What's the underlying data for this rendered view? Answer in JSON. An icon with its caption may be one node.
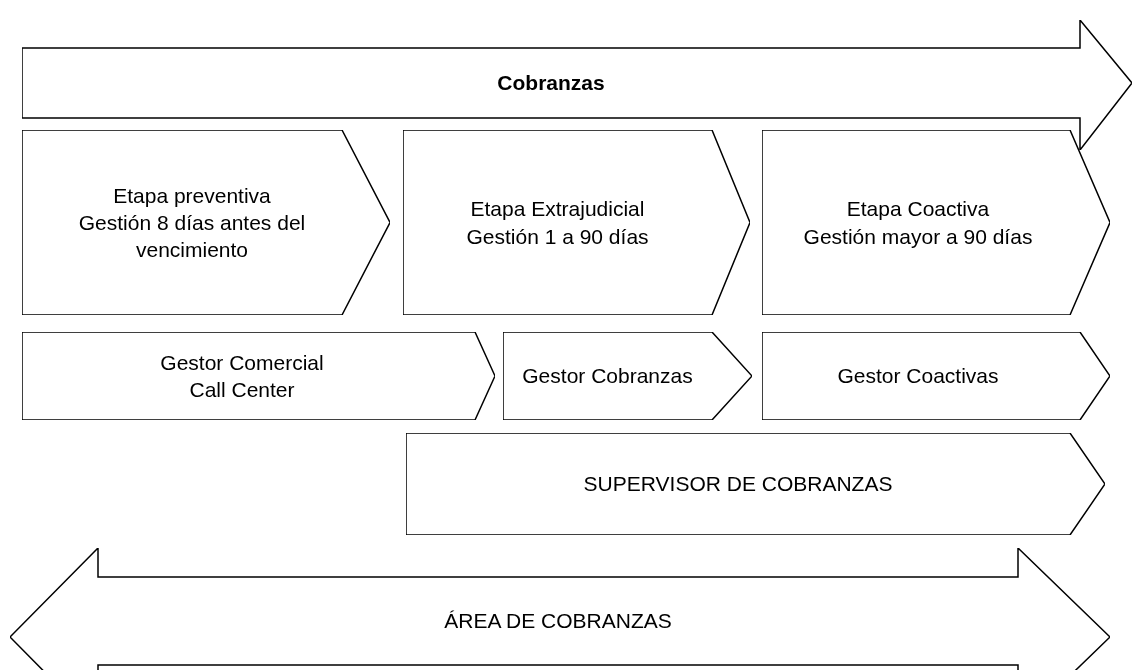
{
  "diagram": {
    "nodes": [
      {
        "text": [
          "Cobranzas"
        ]
      },
      {
        "text": [
          "Etapa preventiva",
          "Gestión 8 días antes del vencimiento"
        ]
      },
      {
        "text": [
          "Etapa Extrajudicial",
          "Gestión 1 a 90 días"
        ]
      },
      {
        "text": [
          "Etapa Coactiva",
          "Gestión mayor a 90 días"
        ]
      },
      {
        "text": [
          "Gestor Comercial",
          "Call Center"
        ]
      },
      {
        "text": [
          "Gestor Cobranzas"
        ]
      },
      {
        "text": [
          "Gestor Coactivas"
        ]
      },
      {
        "text": [
          "SUPERVISOR DE COBRANZAS"
        ]
      },
      {
        "text": [
          "ÁREA DE COBRANZAS"
        ]
      }
    ],
    "edges": []
  }
}
